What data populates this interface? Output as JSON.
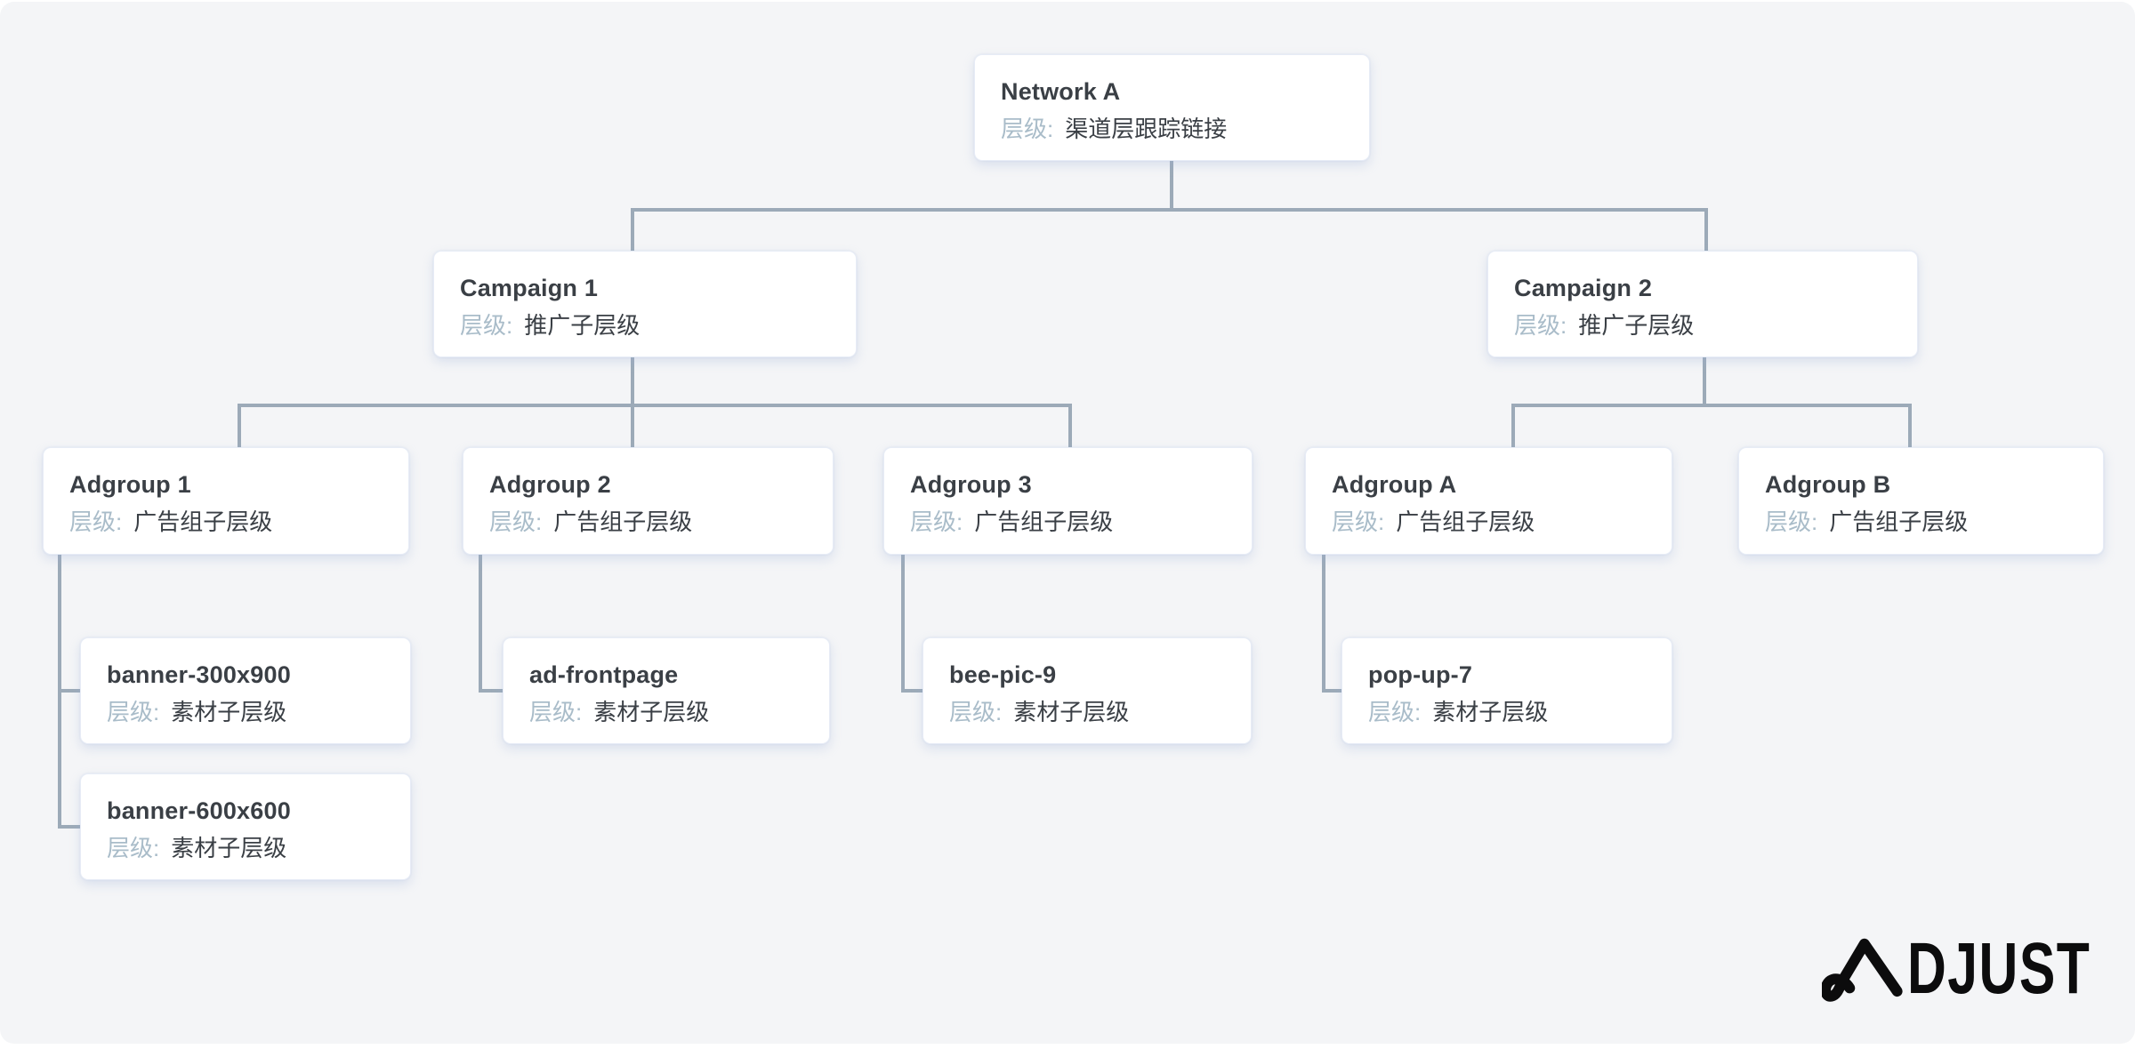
{
  "page": {
    "background": "#f4f5f7",
    "outer_background": "#ffffff",
    "line_color": "#9caab8",
    "card_background": "#ffffff",
    "title_color": "#3a3f45",
    "label_color": "#a9bcc9",
    "value_color": "#3a3f45"
  },
  "labels": {
    "level": "层级:"
  },
  "nodes": {
    "network_a": {
      "title": "Network A",
      "level": "渠道层跟踪链接"
    },
    "campaign_1": {
      "title": "Campaign 1",
      "level": "推广子层级"
    },
    "campaign_2": {
      "title": "Campaign 2",
      "level": "推广子层级"
    },
    "adgroup_1": {
      "title": "Adgroup 1",
      "level": "广告组子层级"
    },
    "adgroup_2": {
      "title": "Adgroup 2",
      "level": "广告组子层级"
    },
    "adgroup_3": {
      "title": "Adgroup 3",
      "level": "广告组子层级"
    },
    "adgroup_a": {
      "title": "Adgroup A",
      "level": "广告组子层级"
    },
    "adgroup_b": {
      "title": "Adgroup B",
      "level": "广告组子层级"
    },
    "banner_300": {
      "title": "banner-300x900",
      "level": "素材子层级"
    },
    "banner_600": {
      "title": "banner-600x600",
      "level": "素材子层级"
    },
    "ad_frontpage": {
      "title": "ad-frontpage",
      "level": "素材子层级"
    },
    "bee_pic_9": {
      "title": "bee-pic-9",
      "level": "素材子层级"
    },
    "pop_up_7": {
      "title": "pop-up-7",
      "level": "素材子层级"
    }
  },
  "hierarchy": {
    "network_a": [
      "campaign_1",
      "campaign_2"
    ],
    "campaign_1": [
      "adgroup_1",
      "adgroup_2",
      "adgroup_3"
    ],
    "campaign_2": [
      "adgroup_a",
      "adgroup_b"
    ],
    "adgroup_1": [
      "banner_300",
      "banner_600"
    ],
    "adgroup_2": [
      "ad_frontpage"
    ],
    "adgroup_3": [
      "bee_pic_9"
    ],
    "adgroup_a": [
      "pop_up_7"
    ],
    "adgroup_b": []
  },
  "logo": {
    "wordmark": "ADJUST",
    "wordmark_rest": "DJUST"
  }
}
